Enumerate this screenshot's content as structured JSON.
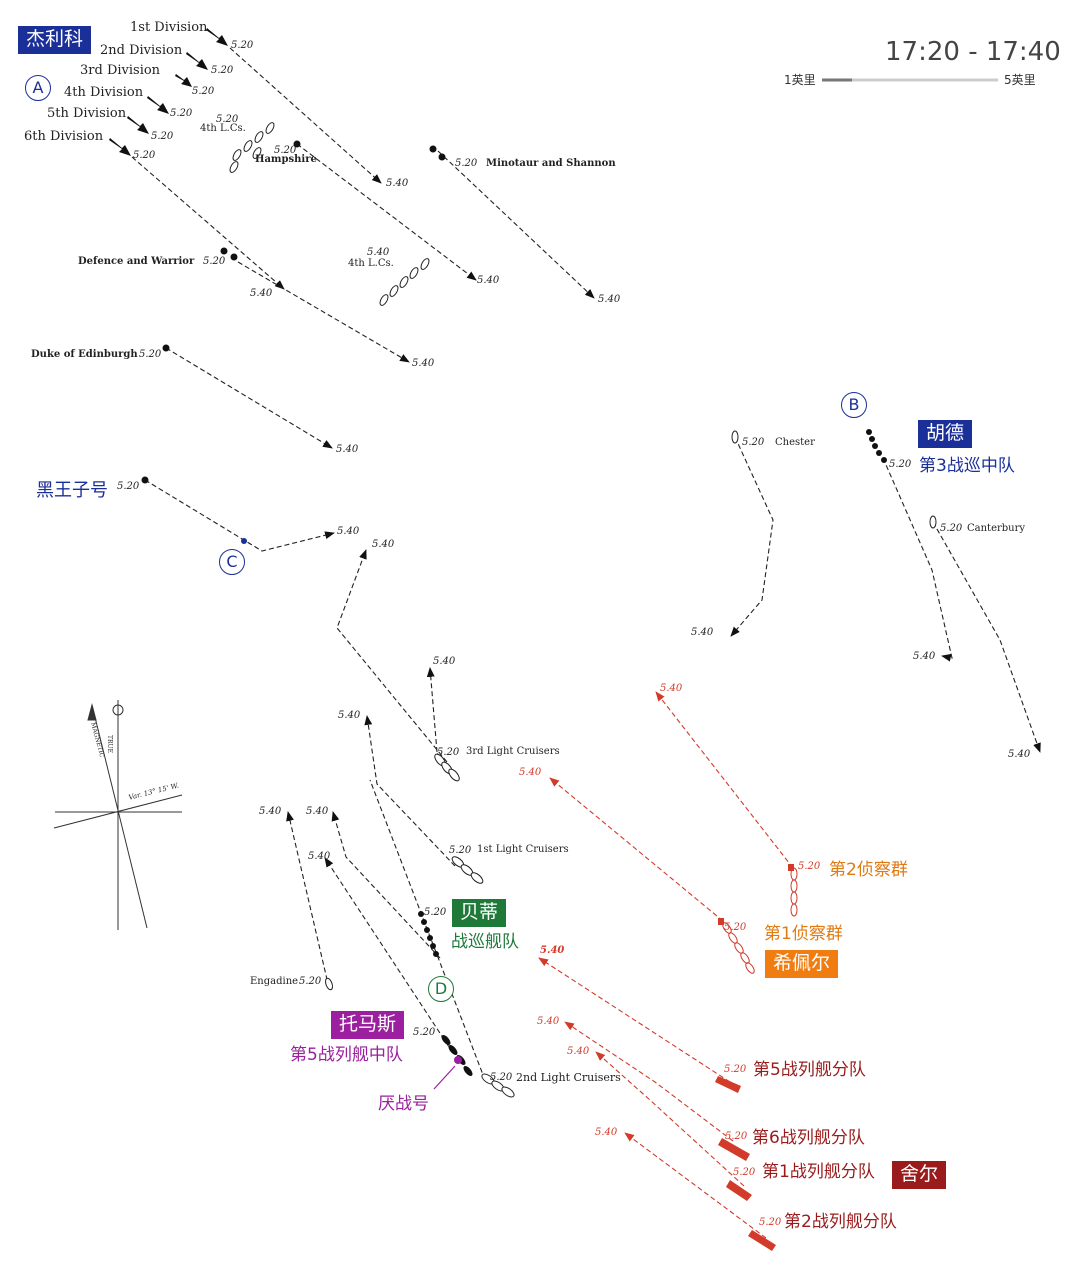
{
  "header": {
    "time_range": "17:20 - 17:40",
    "scale_left": "1英里",
    "scale_right": "5英里"
  },
  "colors": {
    "jellicoe_tag": "#1b2f99",
    "beatty_tag": "#1f7a3a",
    "hipper_tag": "#f07d12",
    "scheer_tag": "#9a1b1b",
    "thomas_tag": "#9b1f9e",
    "british_text": "#1b2f99",
    "german_track": "#d23a2a",
    "scout_text": "#e07a12",
    "purple_text": "#9b1f9e",
    "green_text": "#1f7a3a"
  },
  "tags": {
    "jellicoe": "杰利科",
    "hood": "胡德",
    "beatty": "贝蒂",
    "hipper": "希佩尔",
    "scheer": "舍尔",
    "thomas": "托马斯"
  },
  "circle_markers": {
    "a": "A",
    "b": "B",
    "c": "C",
    "d": "D"
  },
  "british_units": {
    "div1": "1st Division",
    "div2": "2nd Division",
    "div3": "3rd Division",
    "div4": "4th Division",
    "div5": "5th Division",
    "div6": "6th Division",
    "lcs4_top": "4th L.Cs.",
    "lcs4_mid": "4th L.Cs.",
    "hampshire": "Hampshire",
    "minotaur": "Minotaur and Shannon",
    "defence": "Defence and Warrior",
    "duke": "Duke of Edinburgh",
    "chester": "Chester",
    "canterbury": "Canterbury",
    "lc3": "3rd Light Cruisers",
    "lc1": "1st Light Cruisers",
    "lc2": "2nd Light Cruisers",
    "engadine": "Engadine"
  },
  "cn_labels": {
    "black_prince": "黑王子号",
    "bcs3": "第3战巡中队",
    "bc_fleet": "战巡舰队",
    "bs5": "第5战列舰中队",
    "warspite": "厌战号",
    "sg2": "第2侦察群",
    "sg1": "第1侦察群",
    "bs5_de": "第5战列舰分队",
    "bs6_de": "第6战列舰分队",
    "bs1_de": "第1战列舰分队",
    "bs2_de": "第2战列舰分队"
  },
  "time_marks": {
    "t520": "5.20",
    "t540": "5.40"
  },
  "compass": {
    "true_label": "TRUE",
    "magnetic_label": "MAGNETIC",
    "variation": "Var. 13° 15' W."
  }
}
